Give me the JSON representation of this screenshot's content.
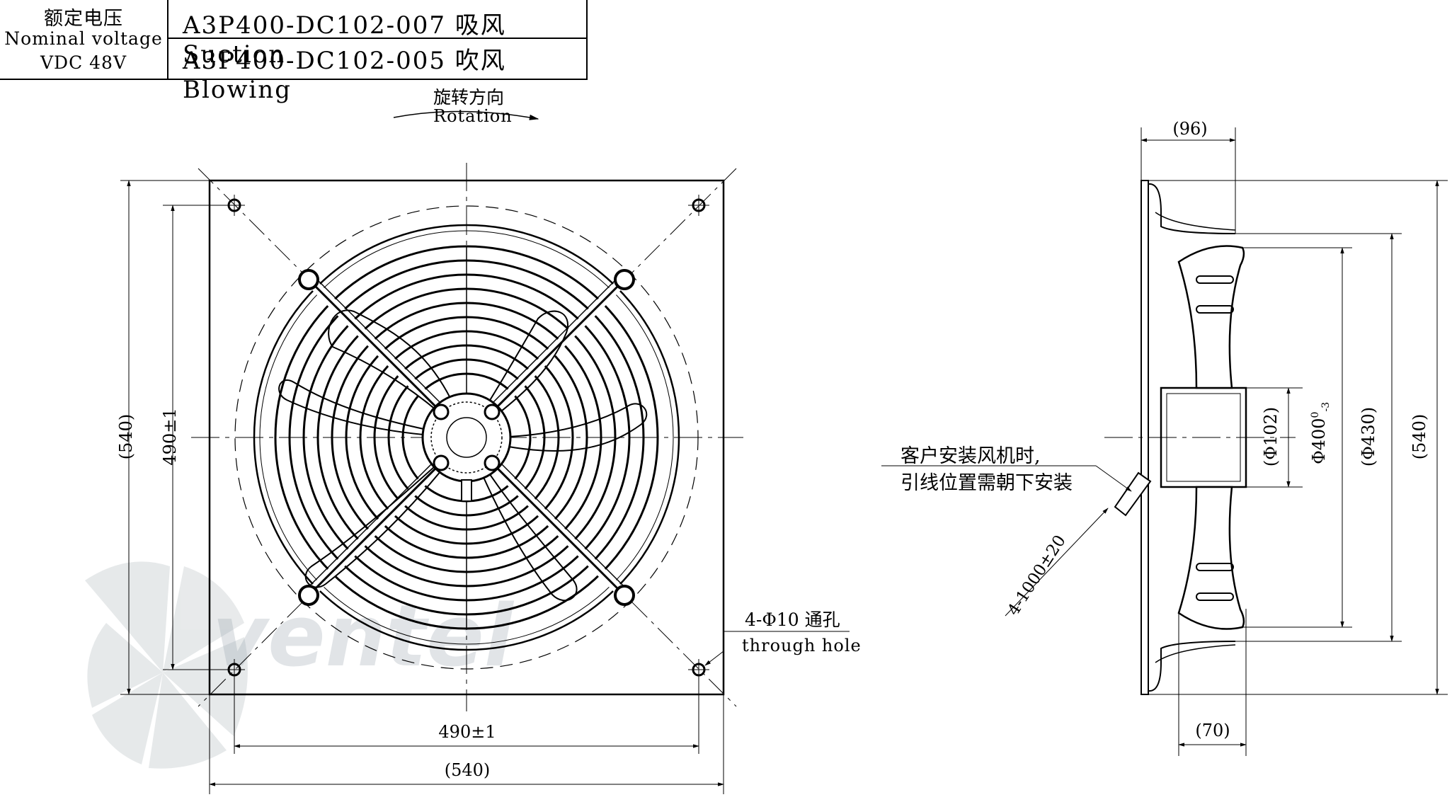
{
  "spec_table": {
    "voltage_cn": "额定电压",
    "voltage_en": "Nominal voltage",
    "voltage_value": "VDC 48V",
    "models": [
      "A3P400-DC102-007 吸风 Suction",
      "A3P400-DC102-005 吹风 Blowing"
    ]
  },
  "rotation": {
    "label_cn": "旋转方向",
    "label_en": "Rotation"
  },
  "front_view": {
    "overall_width": "(540)",
    "overall_height": "(540)",
    "hole_spacing_h": "490±1",
    "hole_spacing_v": "490±1",
    "holes_cn": "4-Φ10 通孔",
    "holes_en": "through hole"
  },
  "side_view": {
    "depth_top": "(96)",
    "depth_bottom": "(70)",
    "hub_dia": "(Φ102)",
    "blade_dia": "Φ400",
    "blade_tol_upper": "0",
    "blade_tol_lower": "-3",
    "ring_dia": "(Φ430)",
    "overall": "(540)",
    "lead_length": "4-1000±20",
    "note_line1": "客户安装风机时,",
    "note_line2": "引线位置需朝下安装"
  },
  "watermark": "ventel"
}
